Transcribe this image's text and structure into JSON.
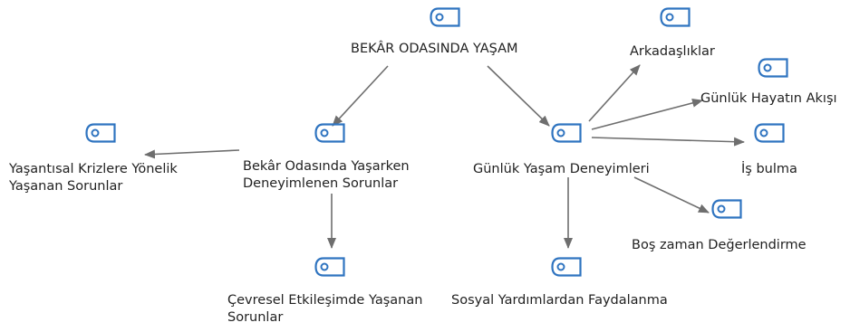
{
  "colors": {
    "icon": "#2f74c0",
    "edge": "#6e6e6e",
    "text": "#222222"
  },
  "nodes": {
    "root": {
      "label": "BEKÂR ODASINDA YAŞAM",
      "icon": "code-node-icon"
    },
    "left": {
      "label": "Bekâr Odasında Yaşarken\nDeneyimlenen Sorunlar",
      "icon": "code-node-icon"
    },
    "krizler": {
      "label": "Yaşantısal Krizlere Yönelik\nYaşanan Sorunlar",
      "icon": "code-node-icon"
    },
    "cevresel": {
      "label": "Çevresel Etkileşimde Yaşanan\nSorunlar",
      "icon": "code-node-icon"
    },
    "gunluk": {
      "label": "Günlük Yaşam Deneyimleri",
      "icon": "code-node-icon"
    },
    "sosyal": {
      "label": "Sosyal Yardımlardan Faydalanma",
      "icon": "code-node-icon"
    },
    "arkadas": {
      "label": "Arkadaşlıklar",
      "icon": "code-node-icon"
    },
    "hayat": {
      "label": "Günlük Hayatın Akışı",
      "icon": "code-node-icon"
    },
    "is": {
      "label": "İş bulma",
      "icon": "code-node-icon"
    },
    "bos": {
      "label": "Boş zaman Değerlendirme",
      "icon": "code-node-icon"
    }
  },
  "edges": [
    {
      "from": "root",
      "to": "left"
    },
    {
      "from": "root",
      "to": "gunluk"
    },
    {
      "from": "left",
      "to": "krizler"
    },
    {
      "from": "left",
      "to": "cevresel"
    },
    {
      "from": "gunluk",
      "to": "sosyal"
    },
    {
      "from": "gunluk",
      "to": "arkadas"
    },
    {
      "from": "gunluk",
      "to": "hayat"
    },
    {
      "from": "gunluk",
      "to": "is"
    },
    {
      "from": "gunluk",
      "to": "bos"
    }
  ]
}
